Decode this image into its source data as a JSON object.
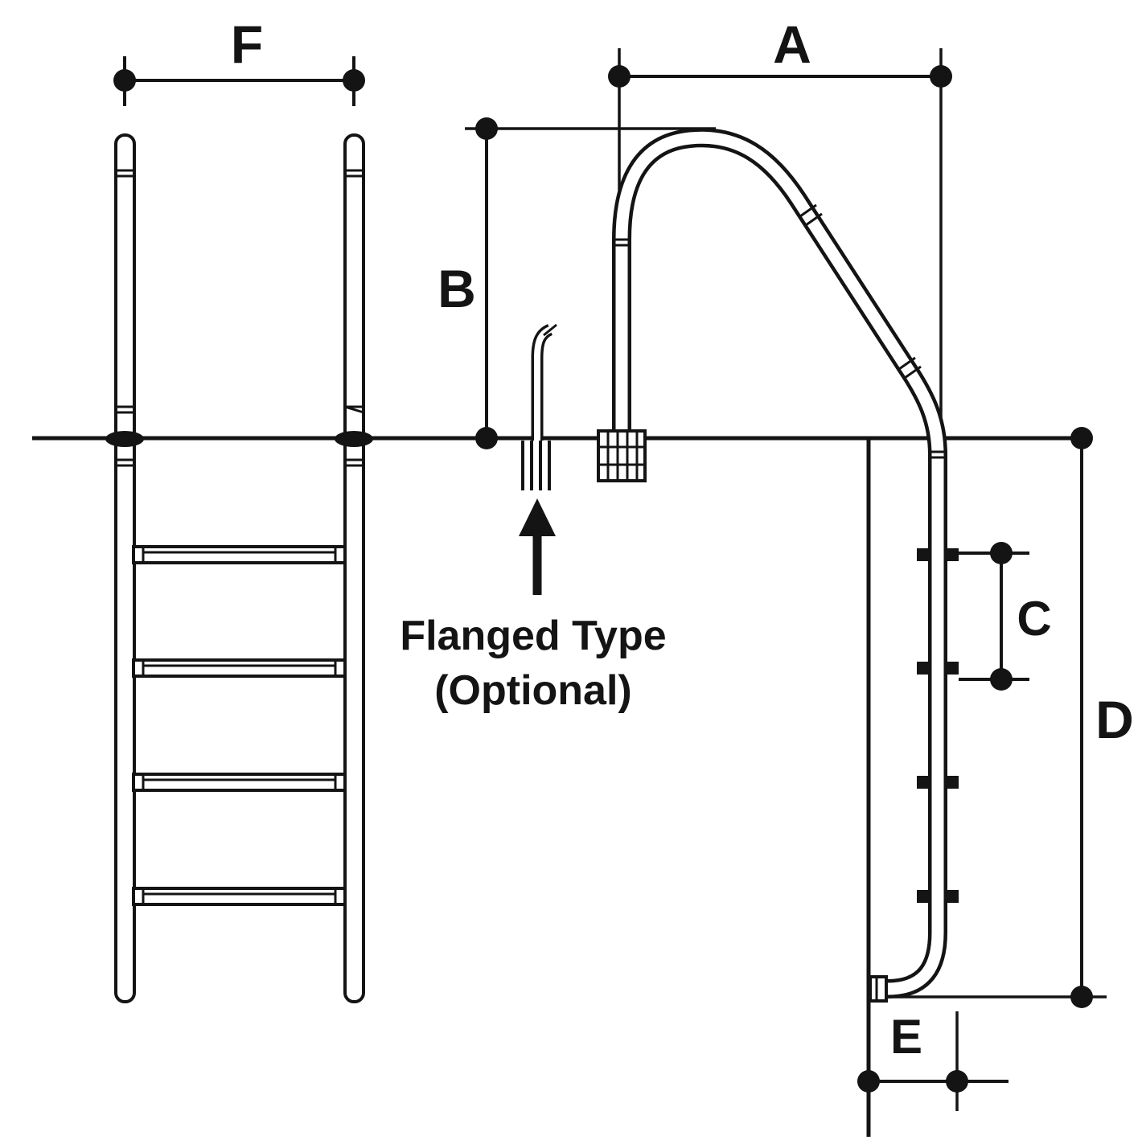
{
  "canvas": {
    "background": "#ffffff",
    "ink": "#141414"
  },
  "dimensions": {
    "a": {
      "label": "A"
    },
    "b": {
      "label": "B"
    },
    "c": {
      "label": "C"
    },
    "d": {
      "label": "D"
    },
    "e": {
      "label": "E"
    },
    "f": {
      "label": "F"
    }
  },
  "annotations": {
    "flange_note_line1": "Flanged Type",
    "flange_note_line2": "(Optional)"
  },
  "figure": {
    "front_view_rungs": 4,
    "side_view_steps": 4
  }
}
